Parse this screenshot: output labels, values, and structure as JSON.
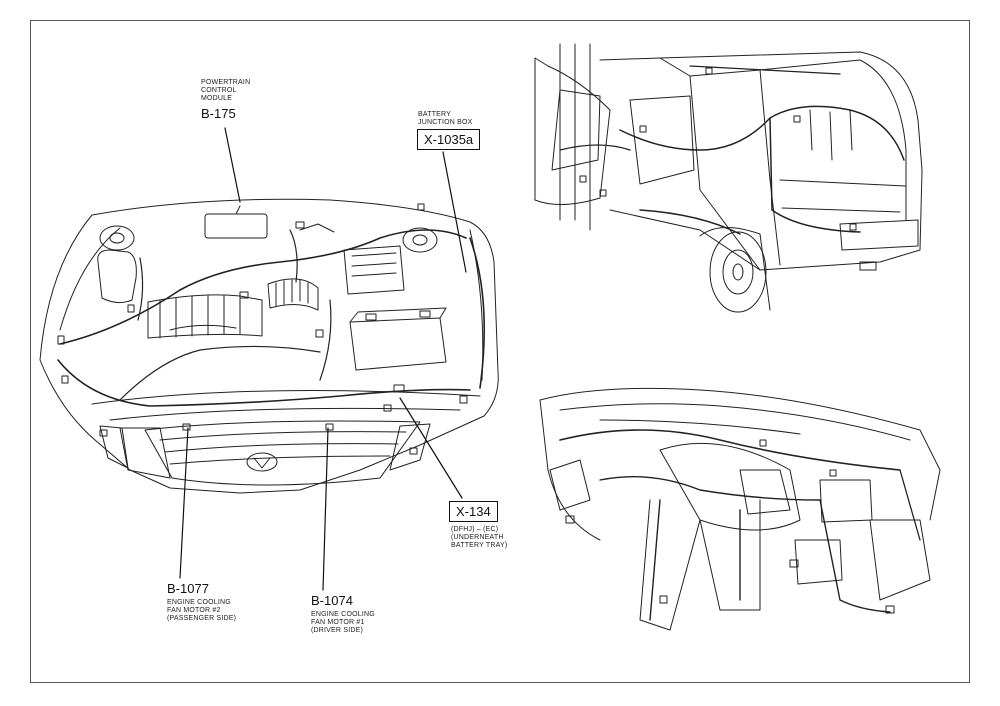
{
  "callouts": {
    "pcm": {
      "desc": [
        "POWERTRAIN",
        "CONTROL",
        "MODULE"
      ],
      "code": "B-175"
    },
    "bjb": {
      "desc": [
        "BATTERY",
        "JUNCTION BOX"
      ],
      "code": "X-1035a"
    },
    "x134": {
      "code": "X-134",
      "desc": [
        "(DFHJ) – (EC)",
        "(UNDERNEATH",
        "BATTERY TRAY)"
      ]
    },
    "fan2": {
      "code": "B-1077",
      "desc": [
        "ENGINE COOLING",
        "FAN MOTOR #2",
        "(PASSENGER SIDE)"
      ]
    },
    "fan1": {
      "code": "B-1074",
      "desc": [
        "ENGINE COOLING",
        "FAN MOTOR #1",
        "(DRIVER SIDE)"
      ]
    }
  }
}
